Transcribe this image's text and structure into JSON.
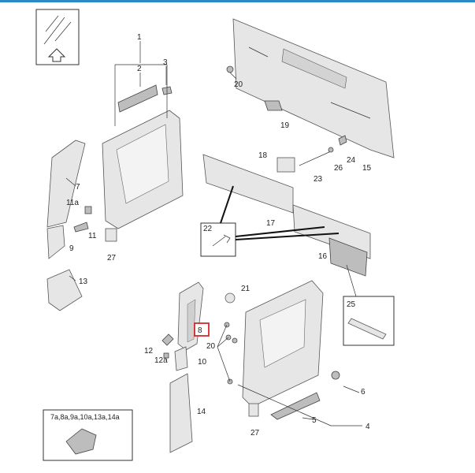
{
  "callouts": {
    "c1": "1",
    "c2": "2",
    "c3": "3",
    "c5": "5",
    "c6": "6",
    "c4": "4",
    "c7": "7",
    "c8": "8",
    "c9": "9",
    "c10": "10",
    "c11": "11",
    "c11a": "11a",
    "c12": "12",
    "c12a": "12a",
    "c13": "13",
    "c14": "14",
    "c15": "15",
    "c16": "16",
    "c17": "17",
    "c18": "18",
    "c19": "19",
    "c20a": "20",
    "c20b": "20",
    "c21": "21",
    "c22": "22",
    "c23": "23",
    "c24": "24",
    "c25": "25",
    "c26": "26",
    "c27a": "27",
    "c27b": "27"
  },
  "legend_box": {
    "text": "7a,8a,9a,10a,13a,14a"
  },
  "highlight": {
    "label": "8",
    "color": "#d62828"
  },
  "colors": {
    "accent_bar": "#2b8ac6"
  }
}
